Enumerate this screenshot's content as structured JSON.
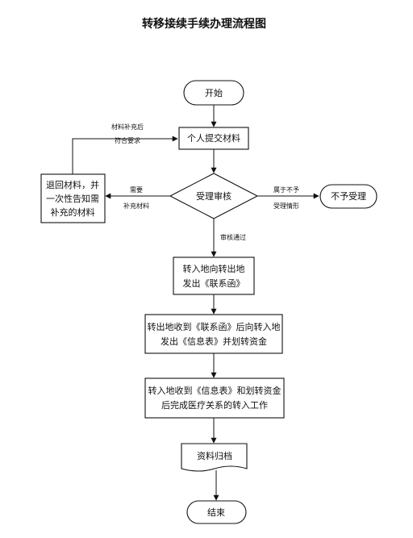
{
  "title": "转移接续手续办理流程图",
  "nodes": {
    "start": "开始",
    "submit": "个人提交材料",
    "review": "受理审核",
    "reject": "不予受理",
    "return": [
      "退回材料，并",
      "一次性告知需",
      "补充的材料"
    ],
    "contact_letter": [
      "转入地向转出地",
      "发出《联系函》"
    ],
    "info_table": [
      "转出地收到《联系函》后向转入地",
      "发出《信息表》并划转资金"
    ],
    "complete": [
      "转入地收到《信息表》和划转资金",
      "后完成医疗关系的转入工作"
    ],
    "archive": "资料归档",
    "end": "结束"
  },
  "edges": {
    "resubmit": [
      "材料补充后",
      "符合要求"
    ],
    "need_more": [
      "需要",
      "补充材料"
    ],
    "not_accepted": [
      "属于不予",
      "受理情形"
    ],
    "passed": "审核通过"
  }
}
